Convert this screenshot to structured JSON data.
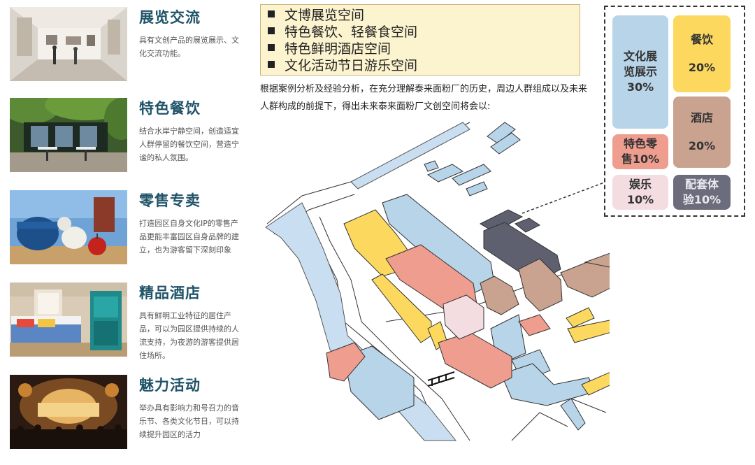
{
  "colors": {
    "heading": "#1f5368",
    "culture": "#b8d4e8",
    "dining": "#fcd95e",
    "hotel": "#c9a38f",
    "retail": "#ee9d8f",
    "entertainment": "#f3dde0",
    "support": "#6b6d7d",
    "bullet_bg": "#fcf3cf"
  },
  "categories": [
    {
      "title": "展览交流",
      "desc": "具有文创产品的展览展示、文化交流功能。",
      "photo": "gallery-photo"
    },
    {
      "title": "特色餐饮",
      "desc": "结合水岸宁静空间，创造适宜人群停留的餐饮空间，营造宁谧的私人氛围。",
      "photo": "cafe-photo"
    },
    {
      "title": "零售专卖",
      "desc": "打造园区自身文化IP的零售产品更能丰富园区自身品牌的建立，也为游客留下深刻印象",
      "photo": "retail-photo"
    },
    {
      "title": "精品酒店",
      "desc": "具有鲜明工业特征的居住产品，可以为园区提供持续的人流支持，为夜游的游客提供居住场所。",
      "photo": "hotel-photo"
    },
    {
      "title": "魅力活动",
      "desc": "举办具有影响力和号召力的音乐节、各类文化节日，可以持续提升园区的活力",
      "photo": "concert-photo"
    }
  ],
  "bullets": [
    "文博展览空间",
    "特色餐饮、轻餐食空间",
    "特色鲜明酒店空间",
    "文化活动节日游乐空间"
  ],
  "intro": "根据案例分析及经验分析，在充分理解泰来面粉厂的历史，周边人群组成以及未来人群构成的前提下，得出未来泰来面粉厂文创空间将会以:",
  "legend": {
    "culture": {
      "label_lines": [
        "文化展",
        "览展示"
      ],
      "pct": "30%",
      "share": 30
    },
    "dining": {
      "label": "餐饮",
      "pct": "20%",
      "share": 20
    },
    "hotel": {
      "label": "酒店",
      "pct": "20%",
      "share": 20
    },
    "retail": {
      "label_lines": [
        "特色零",
        "售10%"
      ],
      "share": 10
    },
    "entertainment": {
      "label": "娱乐",
      "pct": "10%",
      "share": 10
    },
    "support": {
      "label_lines": [
        "配套体",
        "验10%"
      ],
      "share": 10
    }
  }
}
